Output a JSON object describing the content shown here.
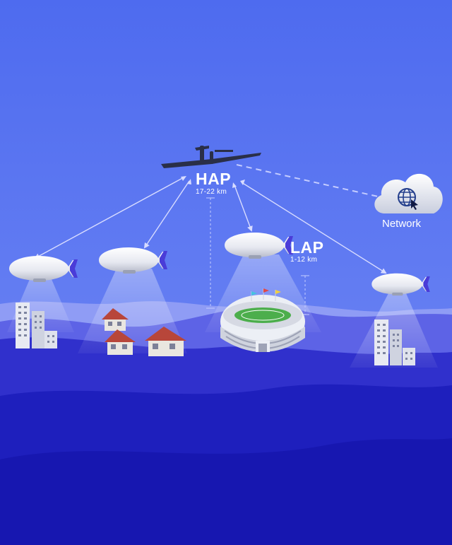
{
  "labels": {
    "hap_title": "HAP",
    "hap_altitude": "17-22  km",
    "lap_title": "LAP",
    "lap_altitude": "1-12  km",
    "network": "Network"
  },
  "colors": {
    "sky_top": "#4f6ff0",
    "sky_bottom": "#7088f4",
    "ground_dark": "#1515b8",
    "link_line": "#d8dcff",
    "airship": "#eef0f6",
    "fin": "#4a3cd8",
    "roof": "#b8463a",
    "cloud": "#dde1ee",
    "globe": "#233e8c"
  },
  "icons": [
    "hap-aircraft-icon",
    "airship-icon",
    "cloud-network-icon",
    "globe-icon",
    "stadium-icon",
    "house-icon",
    "building-icon"
  ]
}
